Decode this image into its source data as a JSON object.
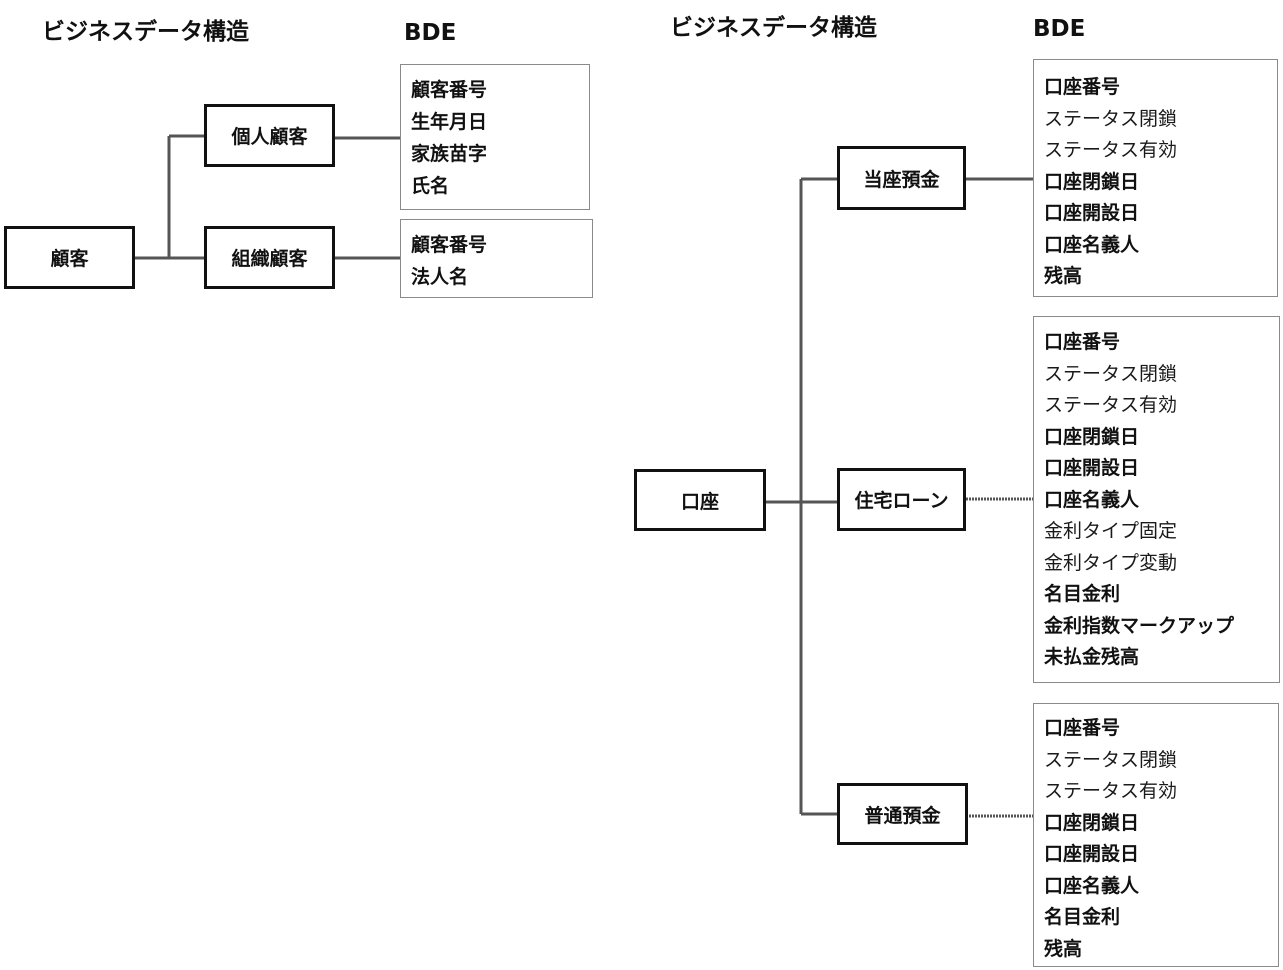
{
  "left_section": {
    "header_structure": "ビジネスデータ構造",
    "header_bde": "BDE",
    "root": "顧客",
    "children": [
      {
        "label": "個人顧客",
        "bde": [
          {
            "text": "顧客番号",
            "bold": true
          },
          {
            "text": "生年月日",
            "bold": true
          },
          {
            "text": "家族苗字",
            "bold": true
          },
          {
            "text": "氏名",
            "bold": true
          }
        ]
      },
      {
        "label": "組織顧客",
        "bde": [
          {
            "text": "顧客番号",
            "bold": true
          },
          {
            "text": "法人名",
            "bold": true
          }
        ]
      }
    ]
  },
  "right_section": {
    "header_structure": "ビジネスデータ構造",
    "header_bde": "BDE",
    "root": "口座",
    "children": [
      {
        "label": "当座預金",
        "bde": [
          {
            "text": "口座番号",
            "bold": true
          },
          {
            "text": "ステータス閉鎖",
            "bold": false
          },
          {
            "text": "ステータス有効",
            "bold": false
          },
          {
            "text": "口座閉鎖日",
            "bold": true
          },
          {
            "text": "口座開設日",
            "bold": true
          },
          {
            "text": "口座名義人",
            "bold": true
          },
          {
            "text": "残高",
            "bold": true
          }
        ]
      },
      {
        "label": "住宅ローン",
        "bde": [
          {
            "text": "口座番号",
            "bold": true
          },
          {
            "text": "ステータス閉鎖",
            "bold": false
          },
          {
            "text": "ステータス有効",
            "bold": false
          },
          {
            "text": "口座閉鎖日",
            "bold": true
          },
          {
            "text": "口座開設日",
            "bold": true
          },
          {
            "text": "口座名義人",
            "bold": true
          },
          {
            "text": "金利タイプ固定",
            "bold": false
          },
          {
            "text": "金利タイプ変動",
            "bold": false
          },
          {
            "text": "名目金利",
            "bold": true
          },
          {
            "text": "金利指数マークアップ",
            "bold": true
          },
          {
            "text": "未払金残高",
            "bold": true
          }
        ]
      },
      {
        "label": "普通預金",
        "bde": [
          {
            "text": "口座番号",
            "bold": true
          },
          {
            "text": "ステータス閉鎖",
            "bold": false
          },
          {
            "text": "ステータス有効",
            "bold": false
          },
          {
            "text": "口座閉鎖日",
            "bold": true
          },
          {
            "text": "口座開設日",
            "bold": true
          },
          {
            "text": "口座名義人",
            "bold": true
          },
          {
            "text": "名目金利",
            "bold": true
          },
          {
            "text": "残高",
            "bold": true
          }
        ]
      }
    ]
  }
}
